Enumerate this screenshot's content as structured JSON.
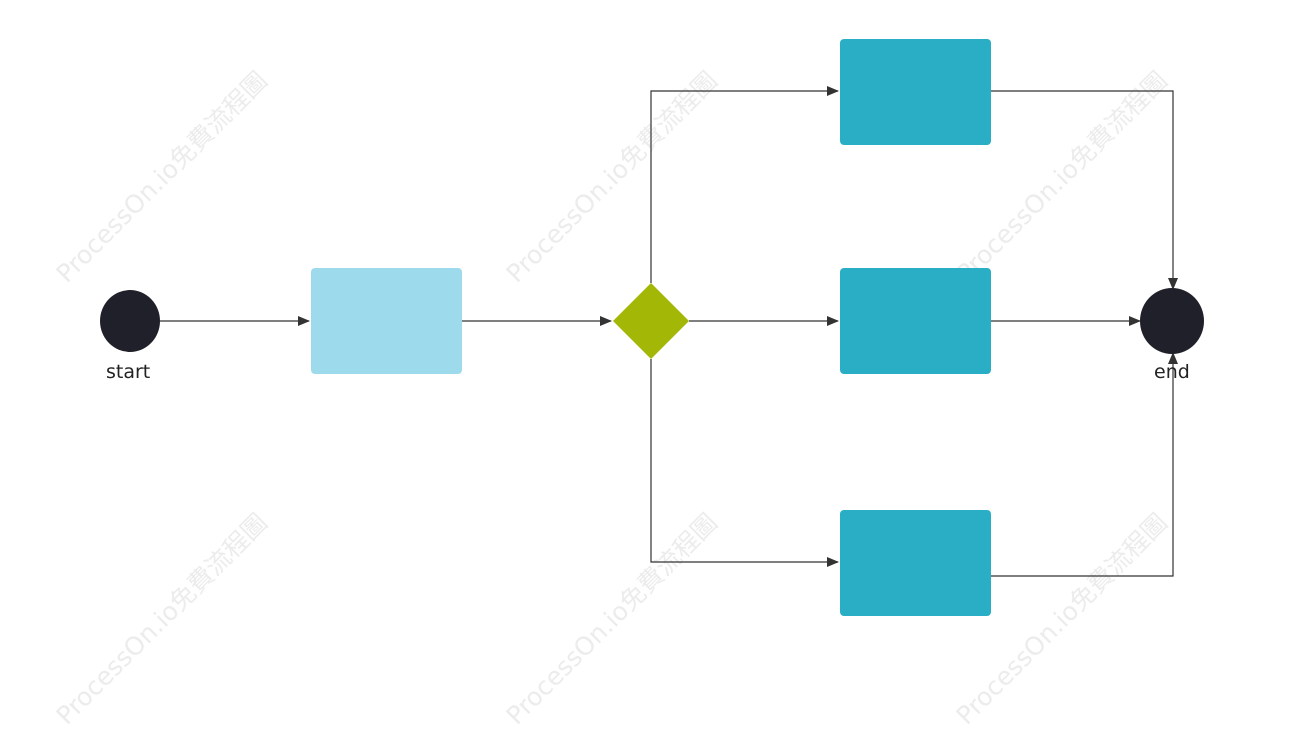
{
  "watermark": {
    "text": "ProcessOn.io免費流程圖"
  },
  "colors": {
    "terminal": "#20202a",
    "first_activity": "#9ddbec",
    "activity": "#2aaec6",
    "decision": "#a2b706",
    "edge": "#333333"
  },
  "nodes": {
    "start": {
      "label": "start"
    },
    "end": {
      "label": "end"
    }
  }
}
